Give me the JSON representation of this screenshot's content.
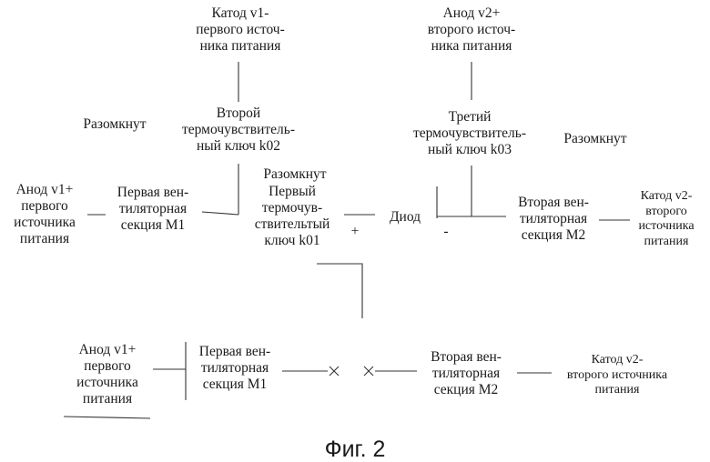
{
  "top": {
    "cathode_v1": "Катод v1-\nпервого источ-\nника питания",
    "anode_v2": "Анод v2+\nвторого источ-\nника питания",
    "open_left": "Разомкнут",
    "key_k02": "Второй\nтермочувствитель-\nный ключ k02",
    "key_k03": "Третий\nтермочувствитель-\nный ключ k03",
    "open_right": "Разомкнут",
    "open_mid": "Разомкнут",
    "anode_v1": "Анод v1+\nпервого\nисточника\nпитания",
    "fan_m1": "Первая вен-\nтиляторная\nсекция М1",
    "key_k01": "Первый\nтермочув-\nствительтый\nключ k01",
    "plus_sign": "+",
    "diode": "Диод",
    "minus_sign": "-",
    "fan_m2": "Вторая вен-\nтиляторная\nсекция М2",
    "cathode_v2": "Катод v2-\nвторого\nисточника\nпитания"
  },
  "bottom": {
    "anode_v1": "Анод v1+\nпервого\nисточника\nпитания",
    "fan_m1": "Первая вен-\nтиляторная\nсекция М1",
    "fan_m2": "Вторая вен-\nтиляторная\nсекция М2",
    "cathode_v2": "Катод v2-\nвторого источника\nпитания"
  },
  "caption": "Фиг. 2"
}
